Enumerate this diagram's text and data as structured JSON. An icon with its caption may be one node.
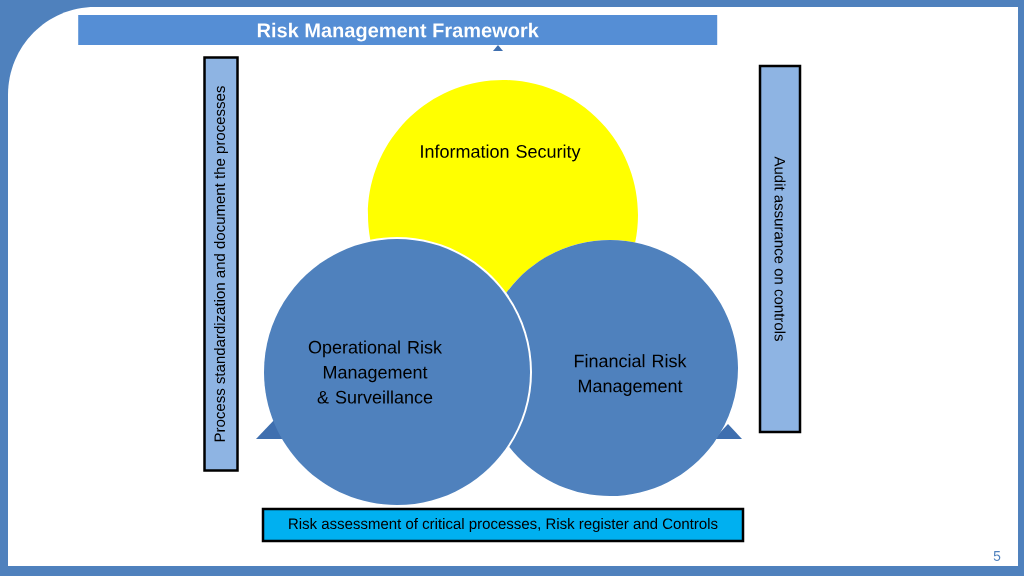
{
  "diagram": {
    "title": "Risk Management Framework",
    "nodes": [
      {
        "text": [
          "Information Security"
        ]
      },
      {
        "text": [
          "Operational Risk Management & Surveillance"
        ]
      },
      {
        "text": [
          "Financial Risk Management"
        ]
      },
      {
        "text": [
          "Process standardization and document the processes"
        ]
      },
      {
        "text": [
          "Audit assurance on controls"
        ]
      },
      {
        "text": [
          "Risk assessment of critical processes, Risk register and Controls"
        ]
      }
    ],
    "labels": [
      "5"
    ]
  }
}
